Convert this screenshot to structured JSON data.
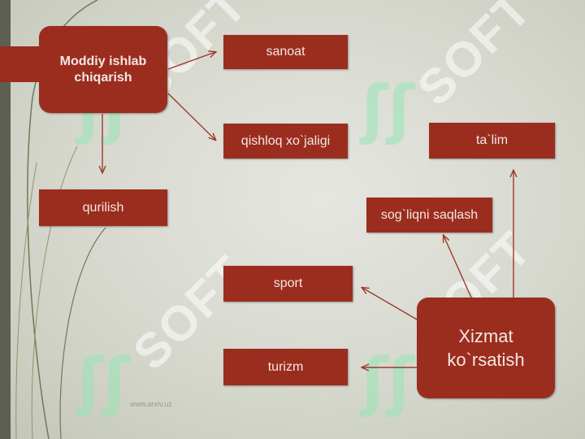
{
  "nodes": {
    "moddiy": "Moddiy  ishlab chiqarish",
    "sanoat": "sanoat",
    "qishloq": "qishloq xo`jaligi",
    "qurilish": "qurilish",
    "talim": "ta`lim",
    "sogliqni": "sog`liqni saqlash",
    "sport": "sport",
    "turizm": "turizm",
    "xizmat": "Xizmat ko`rsatish"
  },
  "watermark": {
    "brand": "SOFT",
    "url": "www.arxiv.uz"
  },
  "colors": {
    "box_fill": "#9b2d1f",
    "arrow": "#9b3a2a",
    "background": "#d6d8ce"
  }
}
